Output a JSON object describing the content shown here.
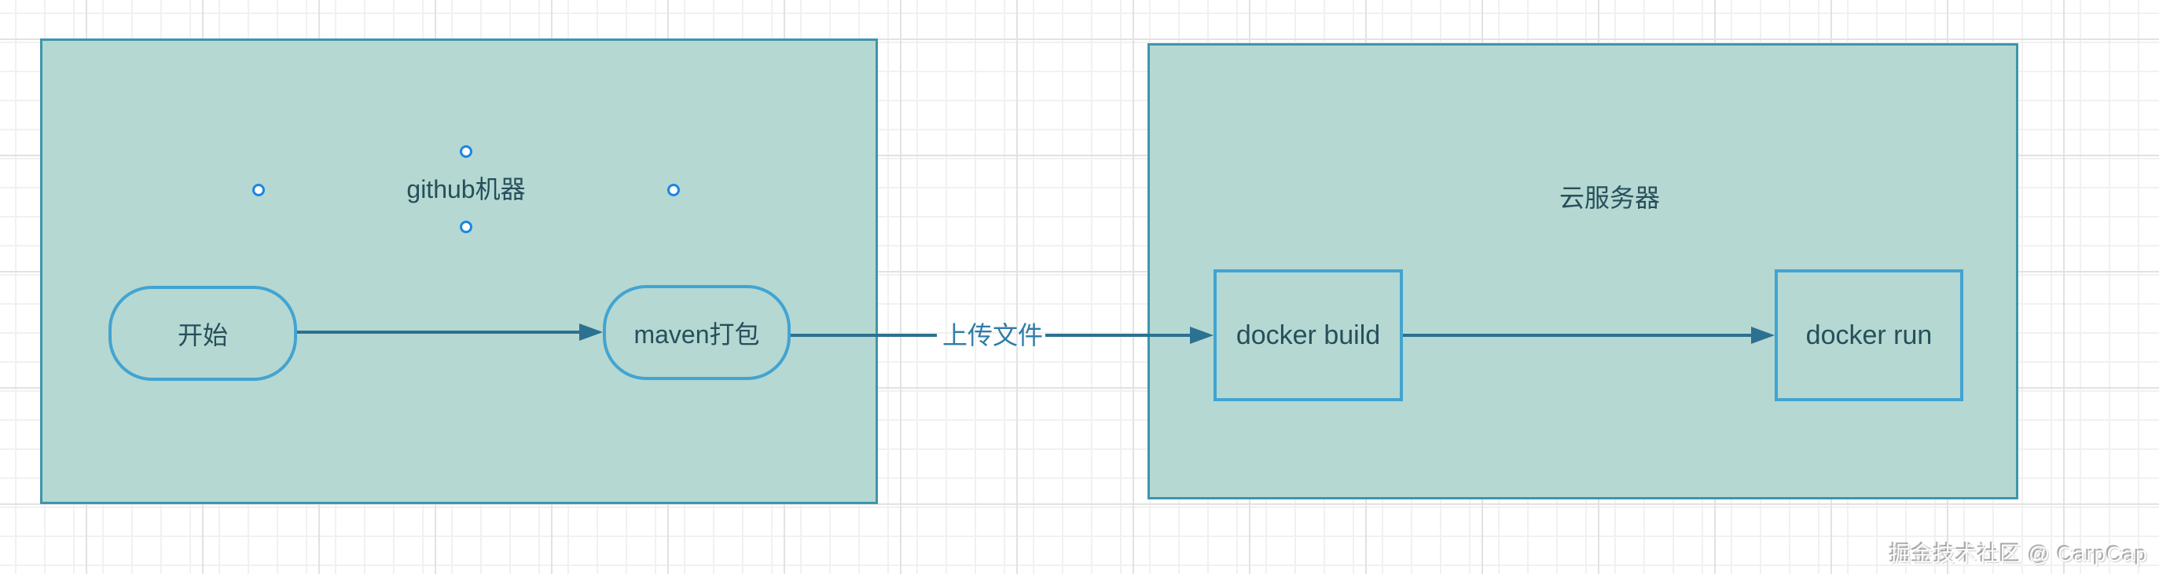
{
  "colors": {
    "container-fill": "#b5d8d2",
    "container-border": "#3e95ad",
    "node-border": "#42a4d1",
    "node-text": "#274f5b",
    "edge": "#2c7191",
    "edge-label": "#2e7ca8",
    "handle-border": "#1d86e0",
    "grid-minor": "#f1f1f1",
    "grid-major": "#e2e2e2"
  },
  "containers": {
    "github": {
      "title": "github机器"
    },
    "cloud": {
      "title": "云服务器"
    }
  },
  "nodes": {
    "start": {
      "label": "开始"
    },
    "maven": {
      "label": "maven打包"
    },
    "docker_build": {
      "label": "docker build"
    },
    "docker_run": {
      "label": "docker run"
    }
  },
  "edges": {
    "start_to_maven": {
      "label": ""
    },
    "maven_to_docker_build": {
      "label": "上传文件"
    },
    "build_to_run": {
      "label": ""
    }
  },
  "watermark": {
    "text": "掘金技术社区 @ CarpCap"
  }
}
